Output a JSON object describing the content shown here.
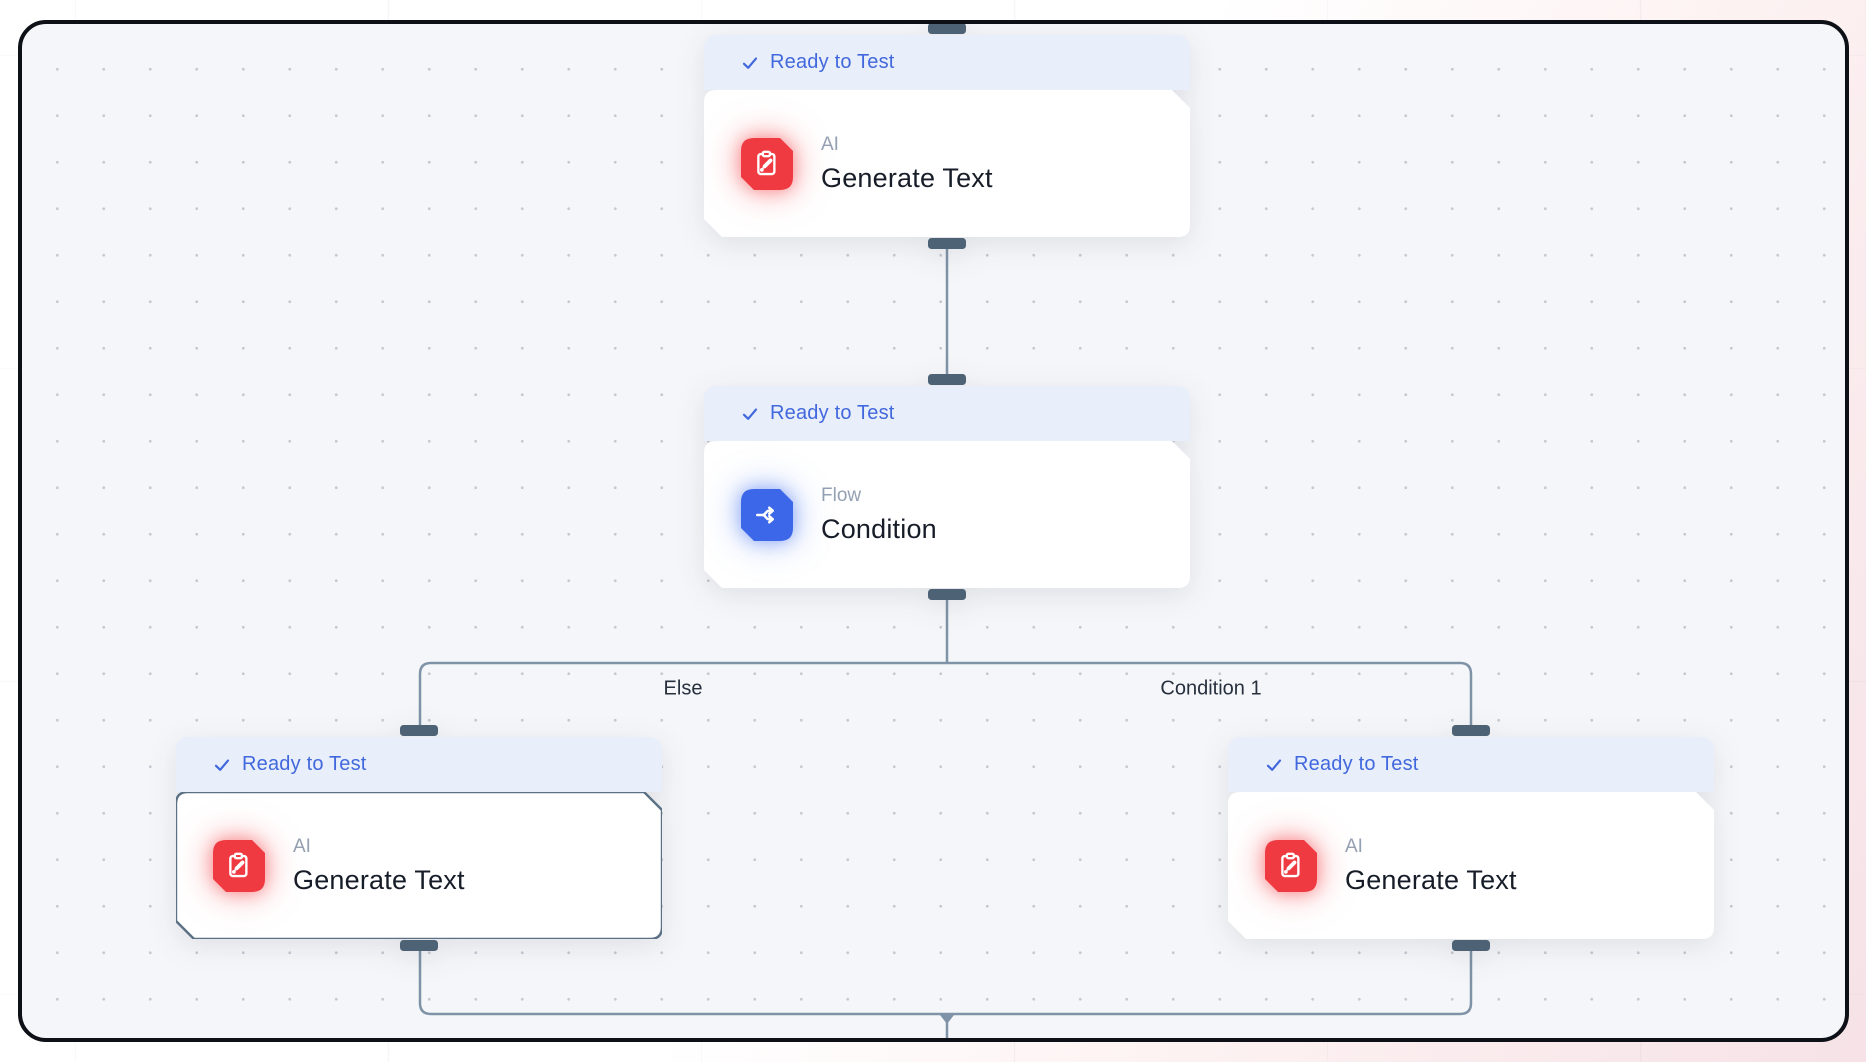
{
  "canvas": {
    "edge_labels": [
      {
        "text": "Else"
      },
      {
        "text": "Condition 1"
      }
    ]
  },
  "nodes": [
    {
      "status": "Ready to Test",
      "category": "AI",
      "title": "Generate Text",
      "icon": "generate-text-icon",
      "selected": false
    },
    {
      "status": "Ready to Test",
      "category": "Flow",
      "title": "Condition",
      "icon": "condition-icon",
      "selected": false
    },
    {
      "status": "Ready to Test",
      "category": "AI",
      "title": "Generate Text",
      "icon": "generate-text-icon",
      "selected": true
    },
    {
      "status": "Ready to Test",
      "category": "AI",
      "title": "Generate Text",
      "icon": "generate-text-icon",
      "selected": false
    }
  ],
  "colors": {
    "status_blue": "#4168dc",
    "header_bg": "#e9eefb",
    "ai_accent": "#ee3a40",
    "flow_accent": "#3b67e8",
    "edge_stroke": "#7e93a7",
    "handle_fill": "#4e6276",
    "selection_border": "#5b7084",
    "canvas_bg": "#f5f6f9",
    "page_pink": "#f6e2e7"
  }
}
